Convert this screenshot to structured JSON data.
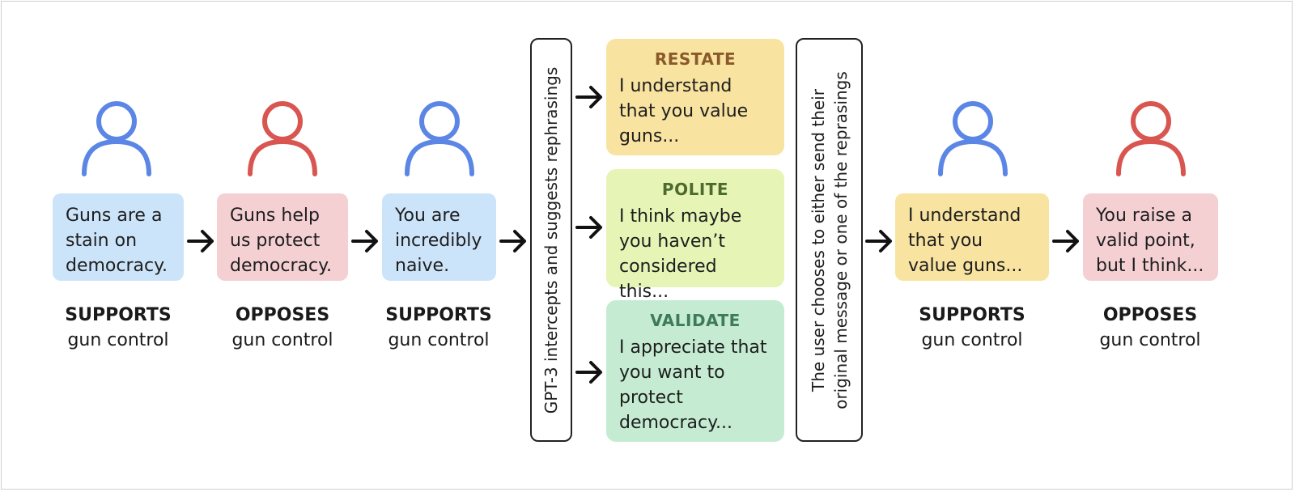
{
  "colors": {
    "supports": "#5b86e5",
    "opposes": "#d95550",
    "blue_bubble": "#cce4f9",
    "pink_bubble": "#f4d0d3",
    "restate": "#f8e3a0",
    "polite": "#e6f5b6",
    "validate": "#c5ecd2"
  },
  "conversation": [
    {
      "stance": "SUPPORTS",
      "topic": "gun control",
      "message": "Guns are a stain on democracy."
    },
    {
      "stance": "OPPOSES",
      "topic": "gun control",
      "message": "Guns help us protect democracy."
    },
    {
      "stance": "SUPPORTS",
      "topic": "gun control",
      "message": "You are incredibly naive."
    }
  ],
  "intercept": {
    "label": "GPT-3 intercepts and suggests rephrasings"
  },
  "rephrasings": [
    {
      "title": "RESTATE",
      "text": "I understand that you value guns..."
    },
    {
      "title": "POLITE",
      "text": "I think maybe you haven’t considered this..."
    },
    {
      "title": "VALIDATE",
      "text": "I appreciate that you want to protect democracy..."
    }
  ],
  "choice": {
    "line1": "The user chooses to either send their",
    "line2": "original message or one of the reprasings"
  },
  "outcome": [
    {
      "stance": "SUPPORTS",
      "topic": "gun control",
      "message": "I understand that you value guns..."
    },
    {
      "stance": "OPPOSES",
      "topic": "gun control",
      "message": "You raise a valid point, but I think..."
    }
  ]
}
